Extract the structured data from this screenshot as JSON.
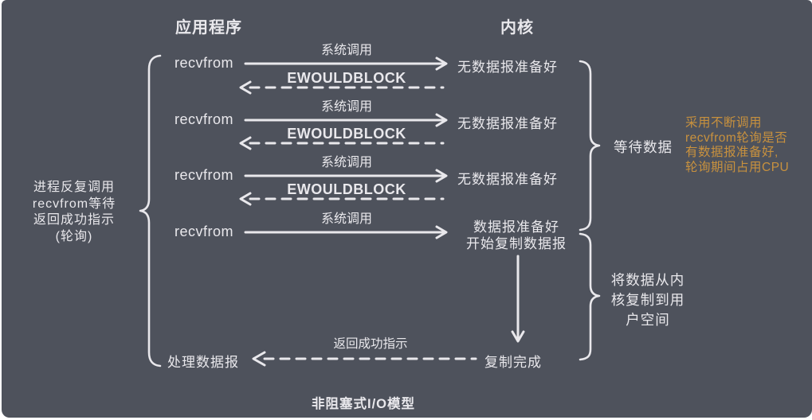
{
  "colors": {
    "page_background": "#ffffff",
    "panel_background": "#4e525c",
    "text": "#e9e8ec",
    "annotation_text": "#c8913e"
  },
  "headers": {
    "application": "应用程序",
    "kernel": "内核"
  },
  "rows": [
    {
      "call": "recvfrom",
      "syscall_label": "系统调用",
      "return_label": "EWOULDBLOCK",
      "kernel_state": "无数据报准备好"
    },
    {
      "call": "recvfrom",
      "syscall_label": "系统调用",
      "return_label": "EWOULDBLOCK",
      "kernel_state": "无数据报准备好"
    },
    {
      "call": "recvfrom",
      "syscall_label": "系统调用",
      "return_label": "EWOULDBLOCK",
      "kernel_state": "无数据报准备好"
    },
    {
      "call": "recvfrom",
      "syscall_label": "系统调用",
      "kernel_state_line1": "数据报准备好",
      "kernel_state_line2": "开始复制数据报"
    }
  ],
  "left_note": {
    "lines": [
      "进程反复调用",
      "recvfrom等待",
      "返回成功指示",
      "(轮询)"
    ]
  },
  "wait_data_label": "等待数据",
  "copy_note": {
    "lines": [
      "将数据从内",
      "核复制到用",
      "户空间"
    ]
  },
  "annotation": {
    "lines": [
      "采用不断调用",
      "recvfrom轮询是否",
      "有数据报准备好,",
      "轮询期间占用CPU"
    ]
  },
  "bottom_flow": {
    "return_label": "返回成功指示",
    "process_datagram": "处理数据报",
    "copy_complete": "复制完成"
  },
  "caption": "非阻塞式I/O模型"
}
